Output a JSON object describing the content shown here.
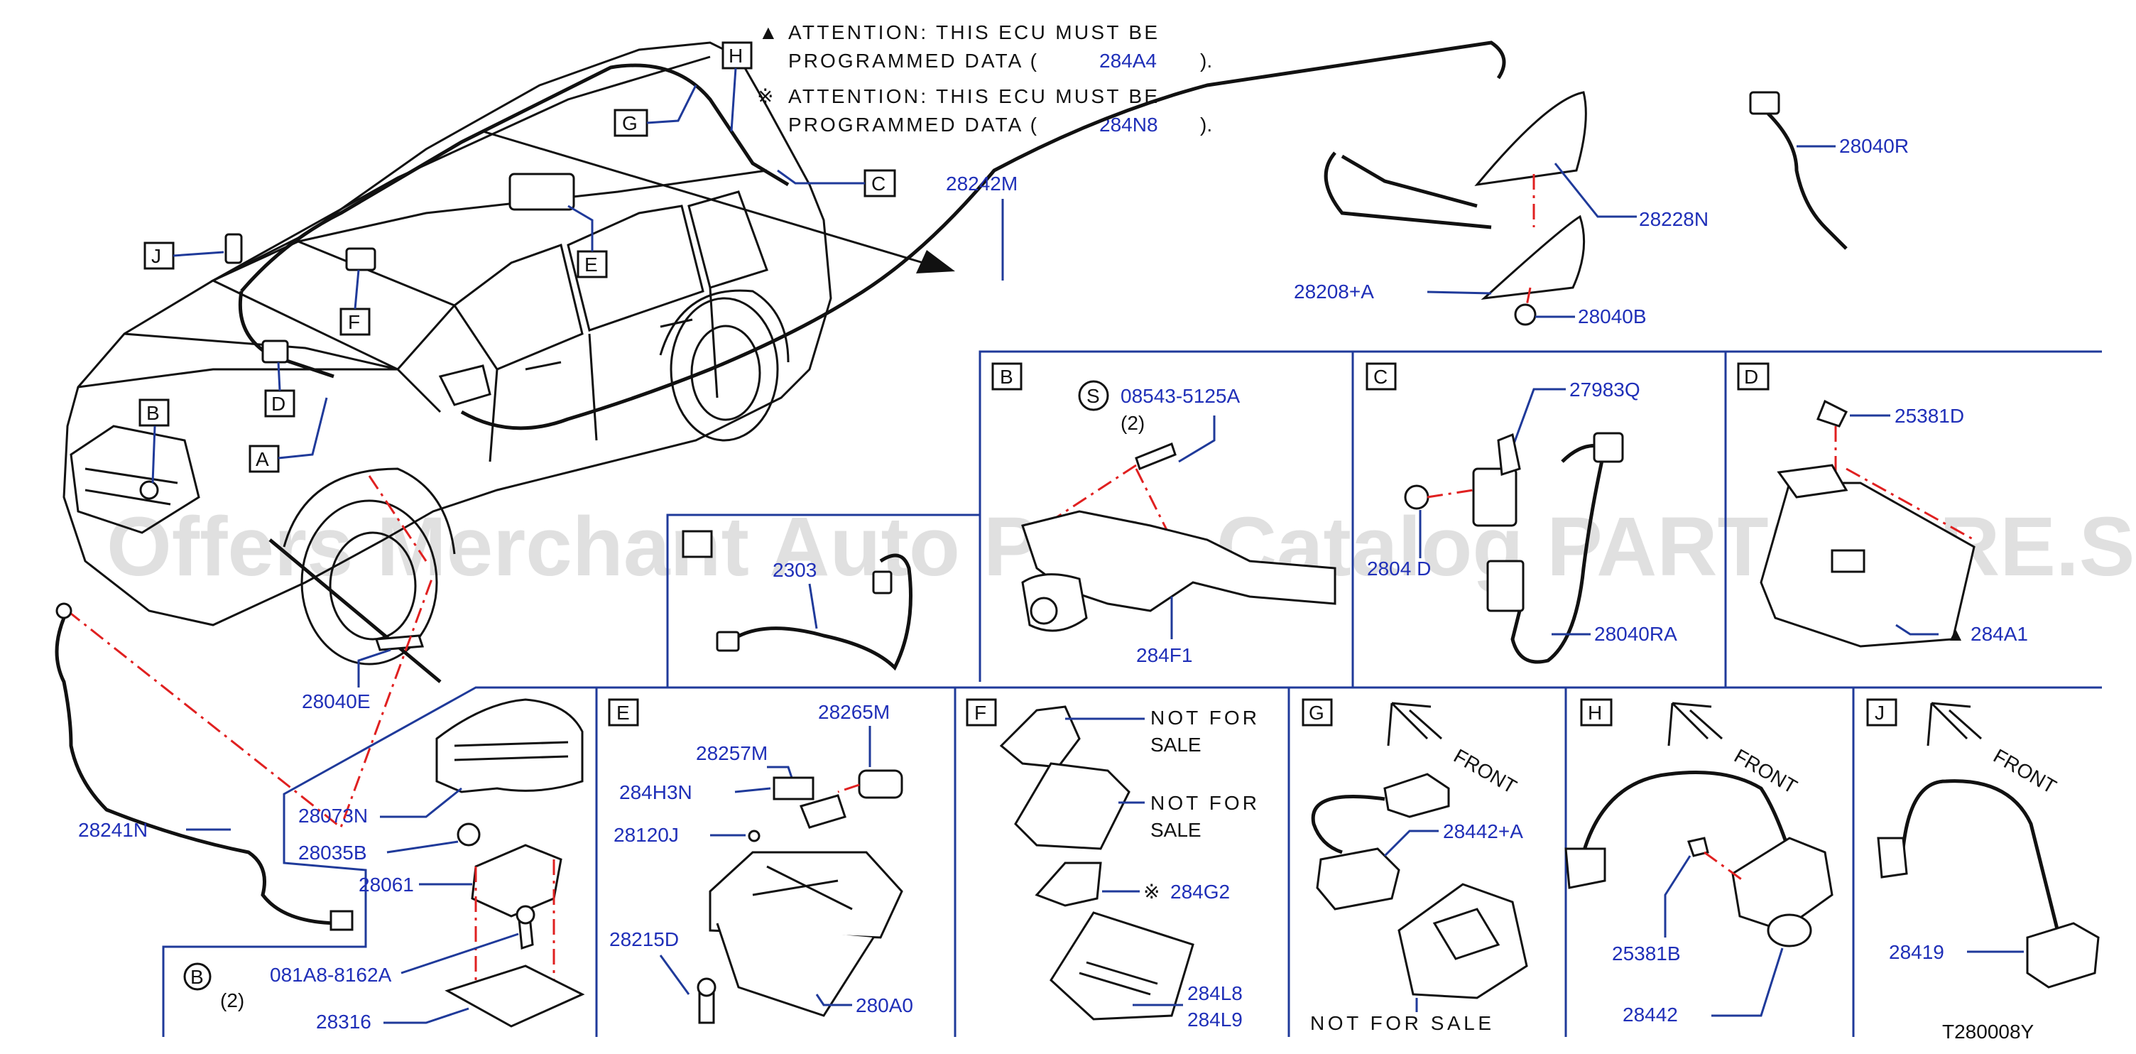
{
  "attention": [
    {
      "symbol": "▲",
      "line1": "ATTENTION: THIS ECU MUST BE",
      "line2_prefix": "PROGRAMMED DATA (",
      "code": "284A4",
      "line2_suffix": ")."
    },
    {
      "symbol": "※",
      "line1": "ATTENTION: THIS ECU MUST BE",
      "line2_prefix": "PROGRAMMED DATA (",
      "code": "284N8",
      "line2_suffix": ")."
    }
  ],
  "watermark": "Offers Merchant Auto Parts Catalog PARTSTORE.SA",
  "diagram_code": "T280008Y",
  "callouts": {
    "A": "A",
    "B": "B",
    "C": "C",
    "D": "D",
    "E": "E",
    "F": "F",
    "G": "G",
    "H": "H",
    "J": "J"
  },
  "parts": {
    "p28242M": "28242M",
    "p28228N": "28228N",
    "p28208A": "28208+A",
    "p28040B": "28040B",
    "p28040R": "28040R",
    "p28040E": "28040E",
    "p28241N": "28241N",
    "p28073N": "28073N",
    "p28035B": "28035B",
    "p28061": "28061",
    "p081A8": "081A8-8162A",
    "p28316": "28316",
    "bolt_b": "B",
    "bolt_b_qty": "(2)",
    "p2303x": "2303",
    "p08543": "08543-5125A",
    "s_sym": "S",
    "p08543_qty": "(2)",
    "p284F1": "284F1",
    "p27983Q": "27983Q",
    "p2804D": "2804 D",
    "p28040RA": "28040RA",
    "p25381D": "25381D",
    "p284A1": "284A1",
    "p284A1_sym": "▲",
    "p28257M": "28257M",
    "p28265M": "28265M",
    "p284H3N": "284H3N",
    "p28120J": "28120J",
    "p28215D": "28215D",
    "p280A0": "280A0",
    "nfs1a": "NOT FOR",
    "nfs1b": "SALE",
    "nfs2a": "NOT FOR",
    "nfs2b": "SALE",
    "p284G2": "284G2",
    "p284G2_sym": "※",
    "p284L8": "284L8",
    "p284L9": "284L9",
    "front_g": "FRONT",
    "p28442A": "28442+A",
    "nfs3": "NOT FOR SALE",
    "front_h": "FRONT",
    "p25381B": "25381B",
    "p28442": "28442",
    "front_j": "FRONT",
    "p28419": "28419"
  },
  "colors": {
    "part_label": "#1f2fb8",
    "panel_border": "#1f3a9a",
    "dash_line": "#e02020",
    "ink": "#111111"
  }
}
